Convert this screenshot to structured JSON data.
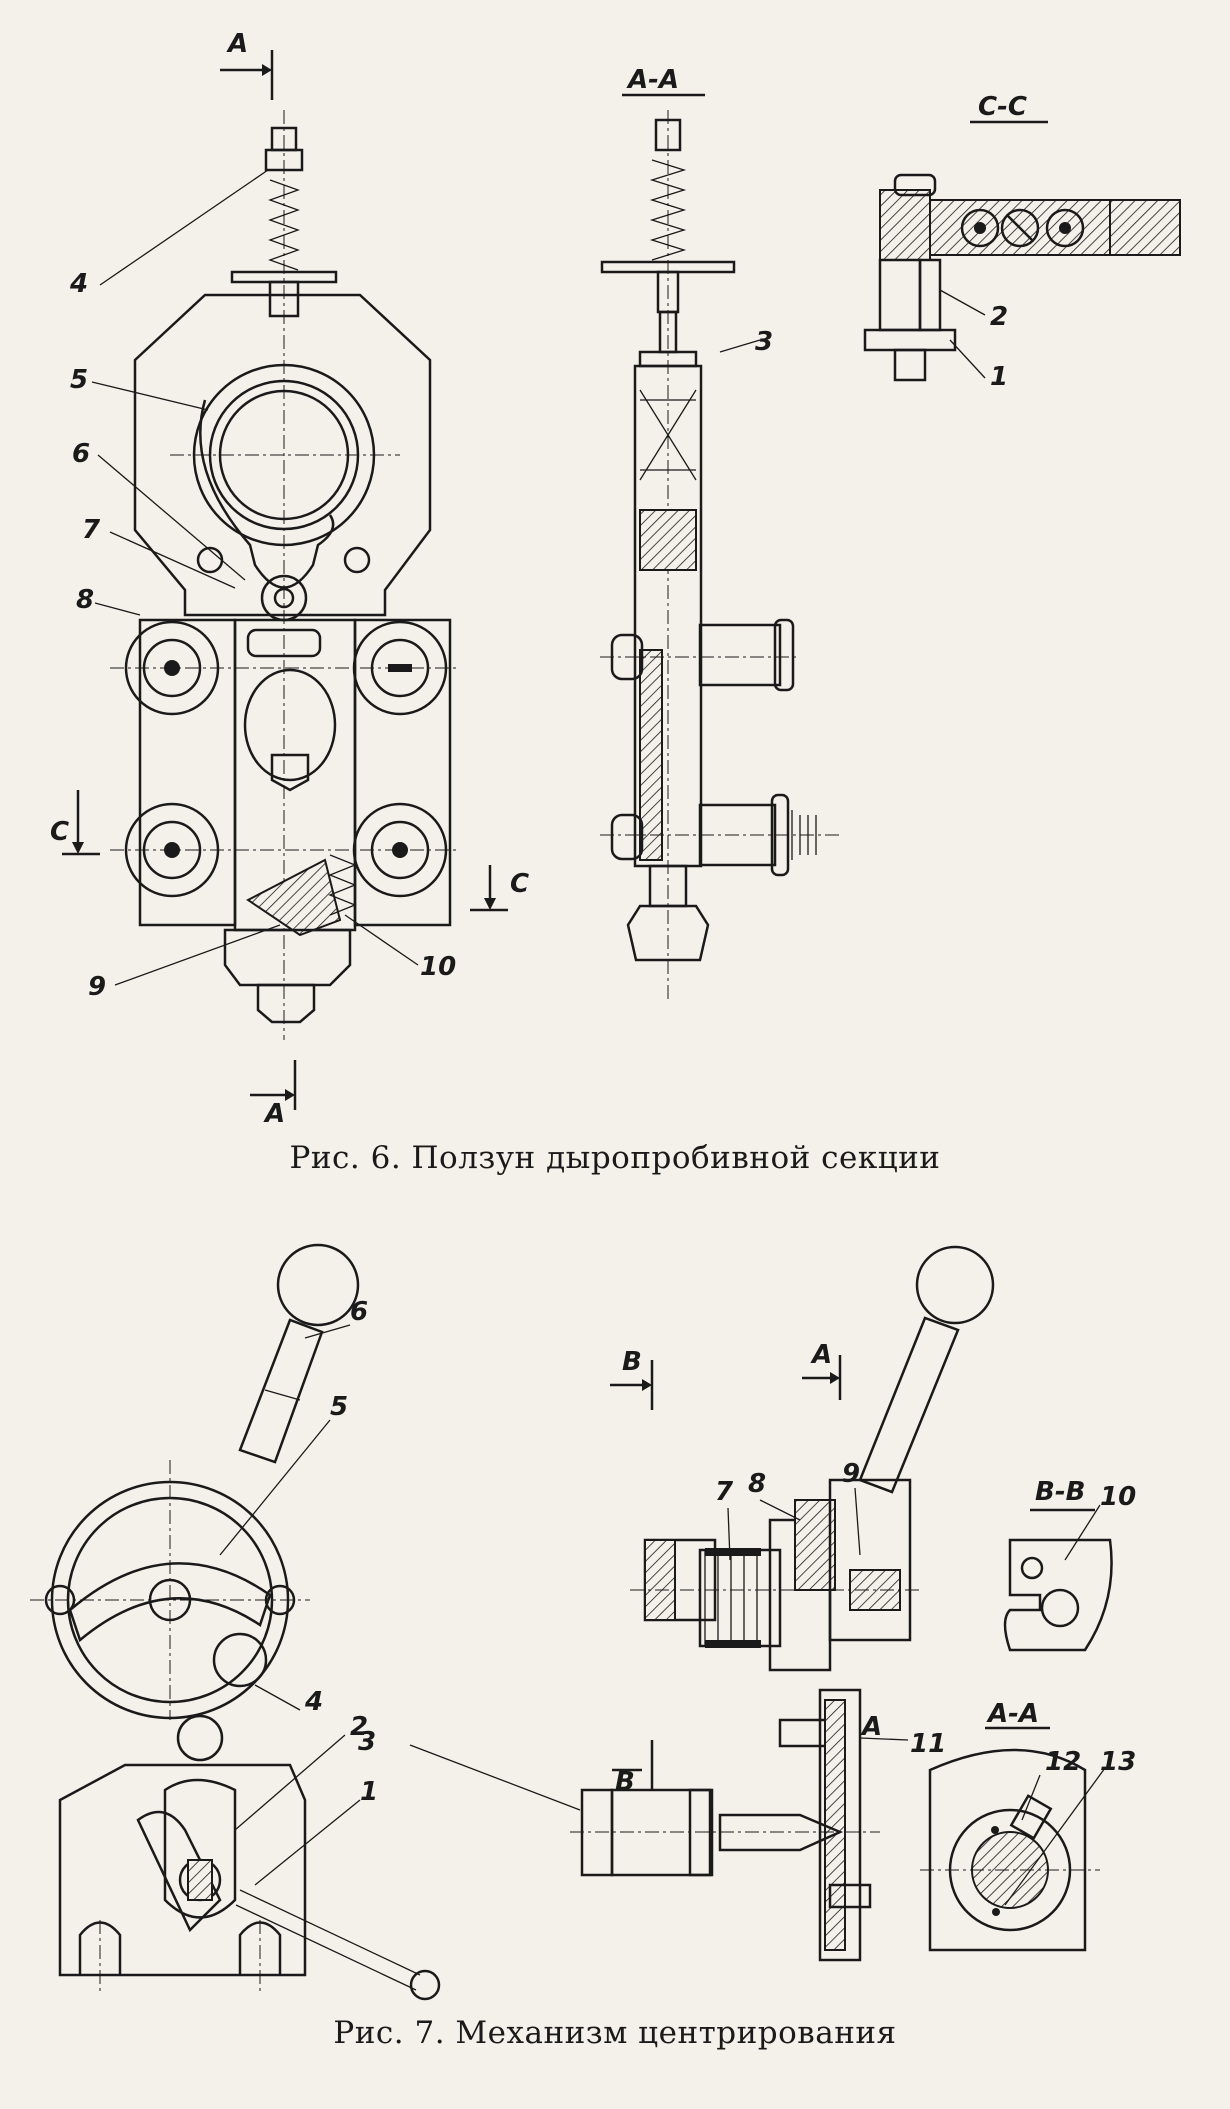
{
  "figure6": {
    "caption": "Рис. 6. Ползун дыропробивной секции",
    "views": {
      "aa": "А-А",
      "cc": "С-С"
    },
    "section_marks": {
      "a_top": "А",
      "a_bottom": "А",
      "c_left": "С",
      "c_right": "С"
    },
    "part_labels": [
      "1",
      "2",
      "3",
      "4",
      "5",
      "6",
      "7",
      "8",
      "9",
      "10"
    ]
  },
  "figure7": {
    "caption": "Рис. 7. Механизм центрирования",
    "views": {
      "bb": "В-В",
      "aa": "А-А"
    },
    "section_marks": {
      "b_top": "В",
      "b_bottom": "В",
      "a_top": "А",
      "a_mid": "А"
    },
    "part_labels": [
      "1",
      "2",
      "3",
      "4",
      "5",
      "6",
      "7",
      "8",
      "9",
      "10",
      "11",
      "12",
      "13"
    ]
  }
}
